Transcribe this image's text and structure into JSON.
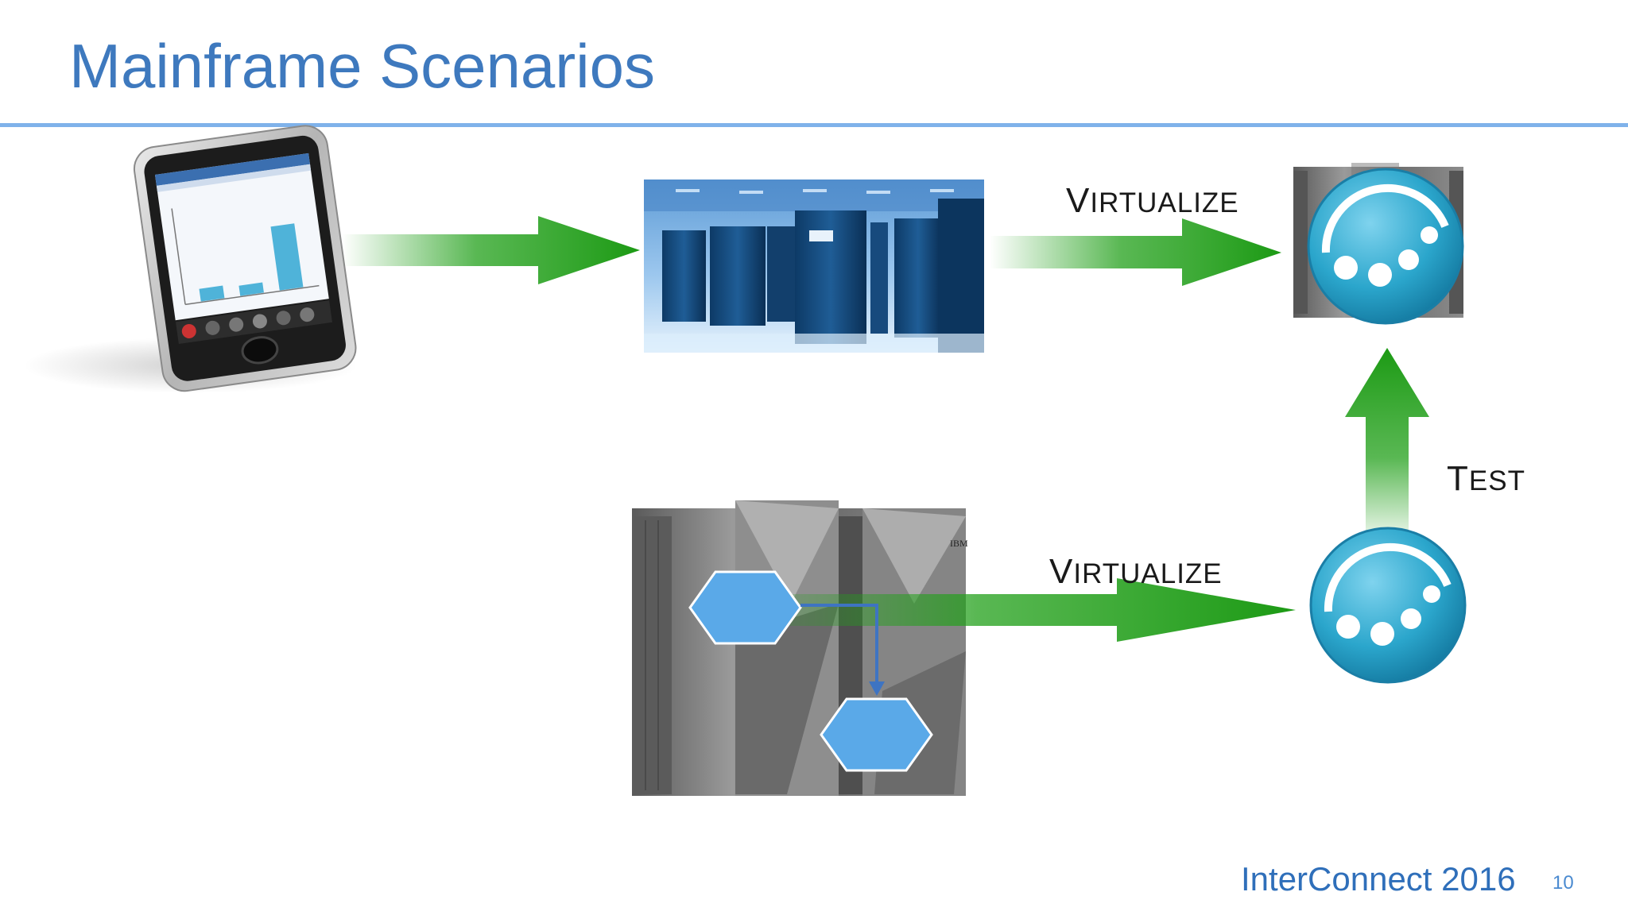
{
  "slide": {
    "title": "Mainframe Scenarios",
    "footer": "InterConnect 2016",
    "page_number": "10"
  },
  "labels": {
    "virtualize_top": {
      "first": "V",
      "rest": "IRTUALIZE"
    },
    "test": {
      "first": "T",
      "rest": "EST"
    },
    "virtualize_bottom": {
      "first": "V",
      "rest": "IRTUALIZE"
    }
  },
  "images": {
    "phone": "smartphone-image",
    "datacenter": "datacenter-server-racks-photo",
    "mainframe": "ibm-mainframe-image",
    "service_virtualization_logo": "service-virtualization-icon"
  },
  "colors": {
    "title": "#3e79be",
    "rule": "#7fb2ea",
    "arrow_green": "#22a01a",
    "hexagon_blue": "#5aa9e8",
    "logo_teal": "#2ba6cc"
  }
}
